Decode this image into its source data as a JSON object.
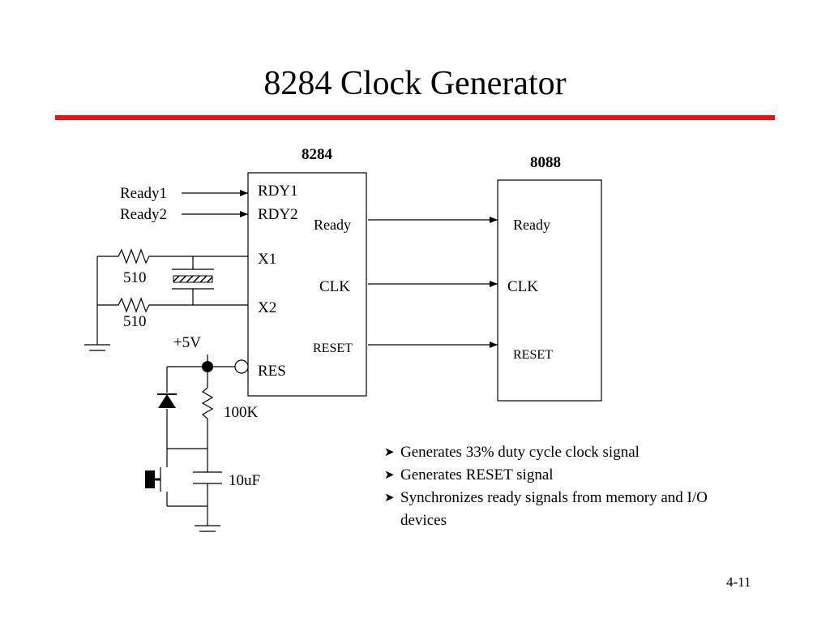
{
  "title": "8284 Clock Generator",
  "accent_color": "#ee1111",
  "schematic": {
    "chip_8284": {
      "name": "8284",
      "pins_left": [
        "RDY1",
        "RDY2",
        "X1",
        "X2",
        "RES"
      ],
      "pins_right": [
        "Ready",
        "CLK",
        "RESET"
      ]
    },
    "chip_8088": {
      "name": "8088",
      "pins": [
        "Ready",
        "CLK",
        "RESET"
      ]
    },
    "inputs": [
      "Ready1",
      "Ready2"
    ],
    "resistor_values": [
      "510",
      "510"
    ],
    "supply": "+5V",
    "reset_resistor": "100K",
    "reset_capacitor": "10uF"
  },
  "bullet_symbol": "arrowhead",
  "bullets": [
    "Generates 33% duty cycle clock signal",
    "Generates RESET signal",
    "Synchronizes ready signals from memory and I/O devices"
  ],
  "page_number": "4-11"
}
